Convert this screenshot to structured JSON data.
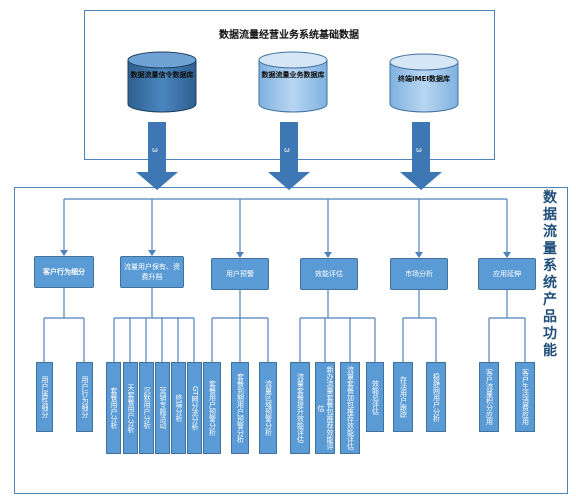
{
  "top": {
    "title": "数据流量经营业务系统基础数据",
    "databases": [
      {
        "label": "数据流量信令数据库"
      },
      {
        "label": "数据流量业务数据库"
      },
      {
        "label": "终端IMEI数据库"
      }
    ],
    "arrow_glyph": "ω"
  },
  "side_title": "数据流量系统产品功能",
  "categories": [
    {
      "label": "客户行为细分",
      "subs": [
        "用户属性细分",
        "用户行为细分"
      ]
    },
    {
      "label": "流量用户保有、资费升档",
      "subs": [
        "套餐用户分析",
        "天套餐用户分析",
        "沉默用户分析",
        "营销专题活动",
        "终端分析",
        "GT网分流分析"
      ]
    },
    {
      "label": "用户预警",
      "subs": [
        "套餐用户预警分析",
        "套餐到期用户预警分析",
        "流量区域预警分析"
      ]
    },
    {
      "label": "效能评估",
      "subs": [
        "流量套餐提升效能评估",
        "新办流量套餐包推荐效能评估",
        "流量套餐加包推荐效能评估",
        "效能总评估"
      ]
    },
    {
      "label": "市场分析",
      "subs": [
        "存活用户跟踪",
        "稳静网用户分析"
      ]
    },
    {
      "label": "应用延伸",
      "subs": [
        "客户流量积分应用",
        "客户生活消费应用"
      ]
    }
  ]
}
